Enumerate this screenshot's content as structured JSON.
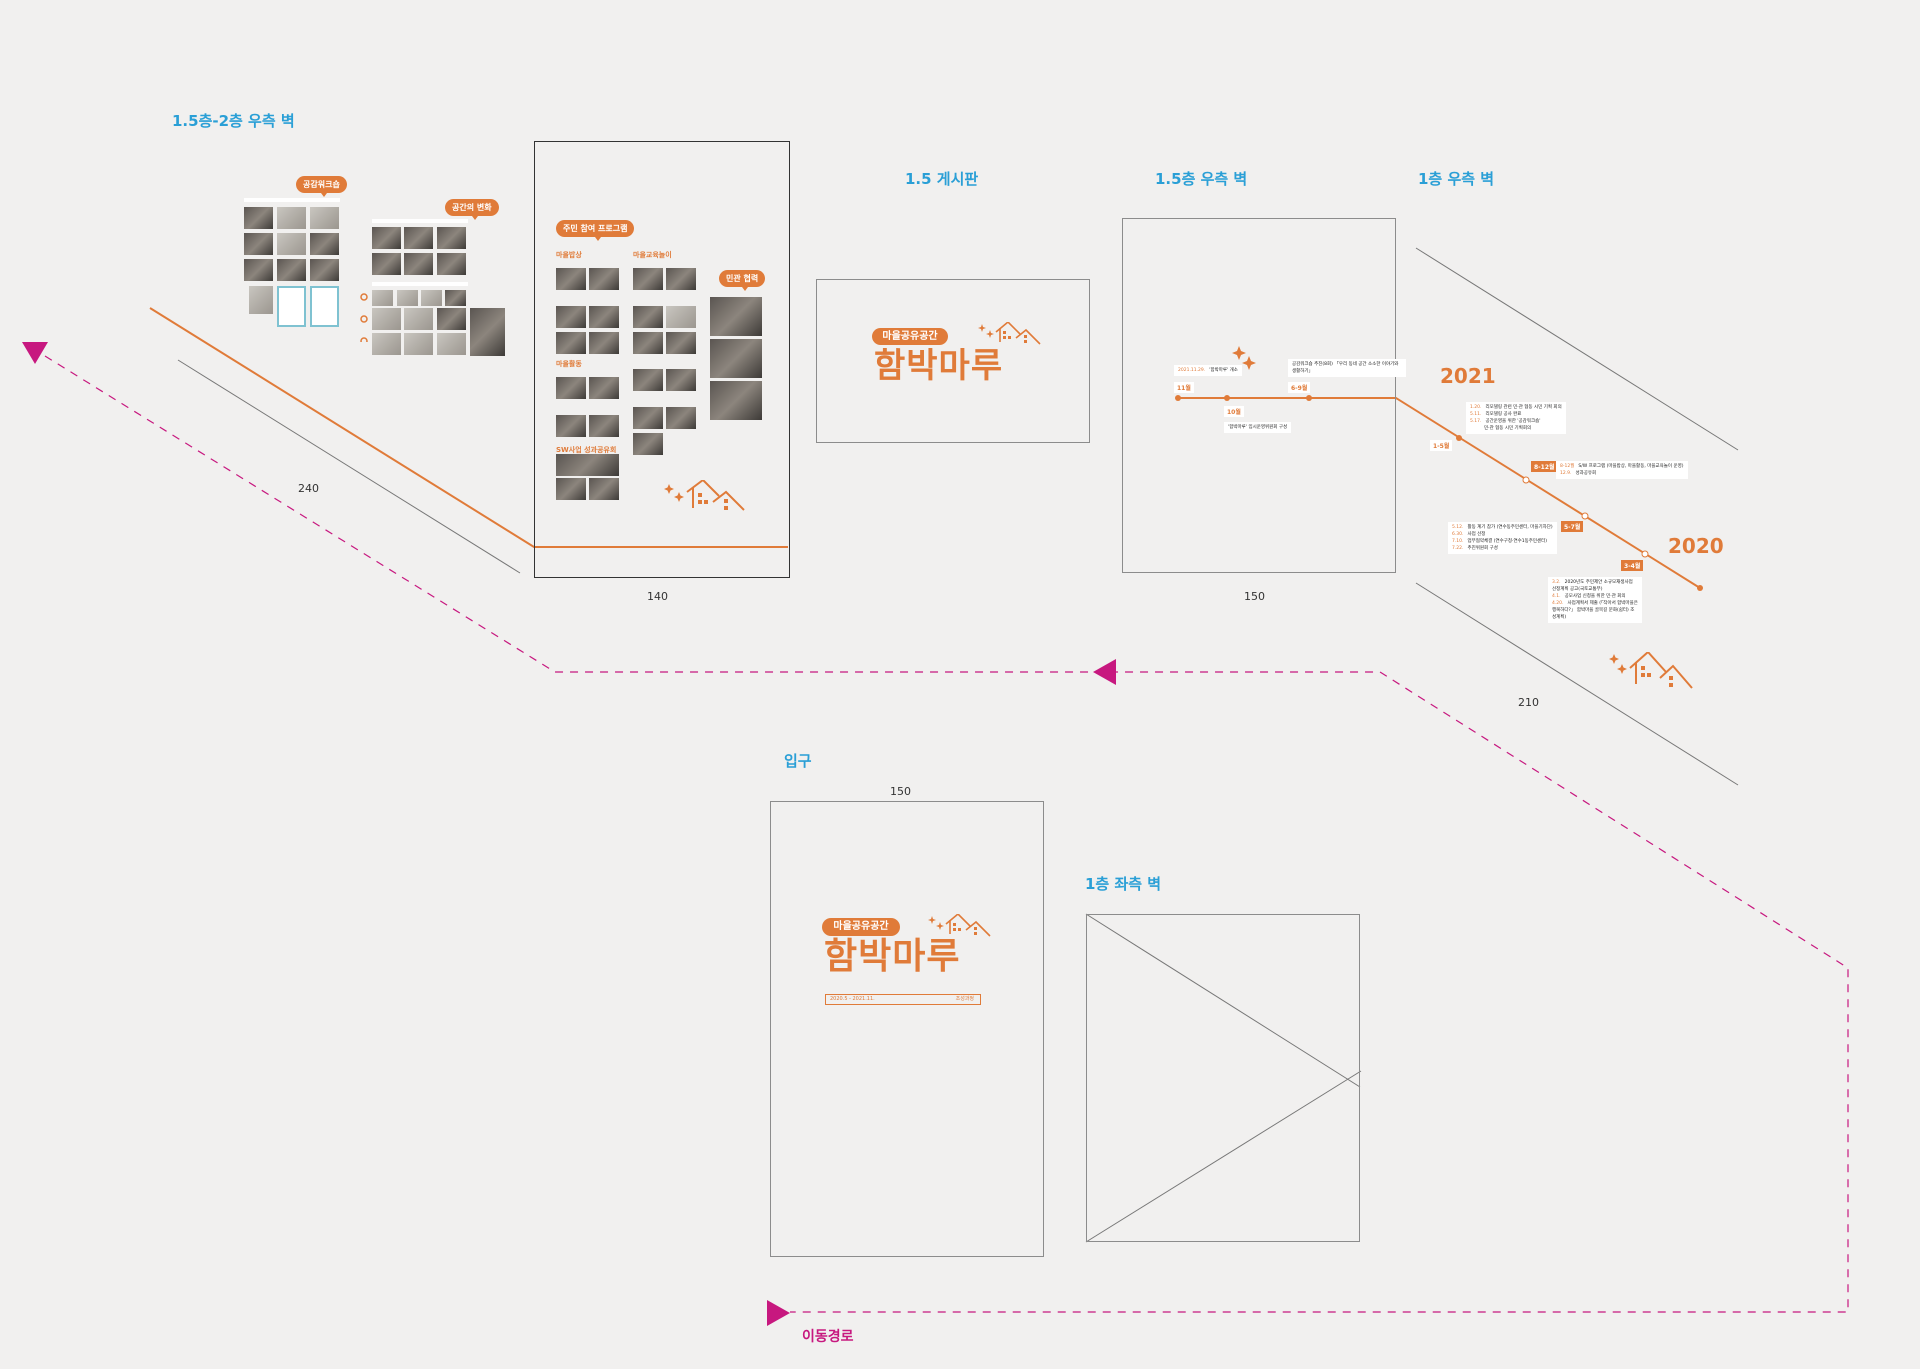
{
  "sections": {
    "wall_15_2_right": "1.5층-2층 우측 벽",
    "board_15": "1.5 게시판",
    "wall_15_right": "1.5층 우측 벽",
    "wall_1_right": "1층 우측 벽",
    "entrance": "입구",
    "wall_1_left": "1층 좌측 벽"
  },
  "dimensions": {
    "d240": "240",
    "d140": "140",
    "d150_board": "150",
    "d210": "210",
    "d150_entrance": "150"
  },
  "panels": {
    "workshop_bubble": "공감워크숍",
    "space_change_bubble": "공간의 변화",
    "resident_program_bubble": "주민 참여 프로그램",
    "network_bubble": "민관 협력",
    "program_groups": [
      "마을밥상",
      "마을교육놀이",
      "마을활동",
      "SW사업 성과공유회"
    ]
  },
  "logo": {
    "tag": "마을공유공간",
    "name": "함박마루",
    "period": "2020.5 - 2021.11.",
    "process": "조성과정"
  },
  "timeline": {
    "years": [
      "2021",
      "2020"
    ],
    "markers_15": [
      "11월",
      "10월",
      "6-9월"
    ],
    "notes_15": [
      {
        "date": "2021.11.29.",
        "text": "'함박마루' 개소"
      },
      {
        "date": "",
        "text": "'함박마루' 임시운영위원회 구성"
      },
      {
        "date": "",
        "text": "공감워크숍 추진(8회) 「우리 동네 공간 소소한 이야기와 생활하기」"
      }
    ],
    "markers_1": [
      "1-5월",
      "8-12월",
      "5-7월",
      "3-4월"
    ],
    "notes_2021": [
      {
        "date": "1.20.",
        "text": "리모델링 관련 민·관 협동 시민 기획 회의"
      },
      {
        "date": "5.11.",
        "text": "리모델링 공사 완료"
      },
      {
        "date": "5.17.",
        "text": "공간운영을 위한 '공감워크숍'"
      },
      {
        "date": "",
        "text": "민·관 협동 시민 기획회의"
      }
    ],
    "notes_8_12": [
      {
        "date": "8-12월",
        "text": "S/W 프로그램 (마을밥상, 마을활동, 마을교육놀이 운영)"
      },
      {
        "date": "12.9.",
        "text": "성과공유회"
      }
    ],
    "notes_5_7": [
      {
        "date": "5.12.",
        "text": "활동 계기 참가 (연수동주민센터, 마을기자단)"
      },
      {
        "date": "6.30.",
        "text": "사업 선정"
      },
      {
        "date": "7.10.",
        "text": "업무협약체결 (연수구청·연수1동주민센터)"
      },
      {
        "date": "7.22.",
        "text": "추진위원회 구성"
      }
    ],
    "notes_3_4": [
      {
        "date": "3.2.",
        "text": "2020년도 주민제안 소규모재생사업 선정계획 공고(국토교통부)"
      },
      {
        "date": "4.1.",
        "text": "공모사업 신청을 위한 민·관 회의"
      },
      {
        "date": "4.20.",
        "text": "사업계획서 제출 (「작아서 함박마을은 행복하다?」 함박마을 골목길 문화(쉼터) 조성계획)"
      }
    ]
  },
  "route": {
    "label": "이동경로"
  },
  "colors": {
    "accent": "#e07b39",
    "section_title": "#2a9fd6",
    "route": "#c7187f",
    "background": "#f1f0ef"
  }
}
